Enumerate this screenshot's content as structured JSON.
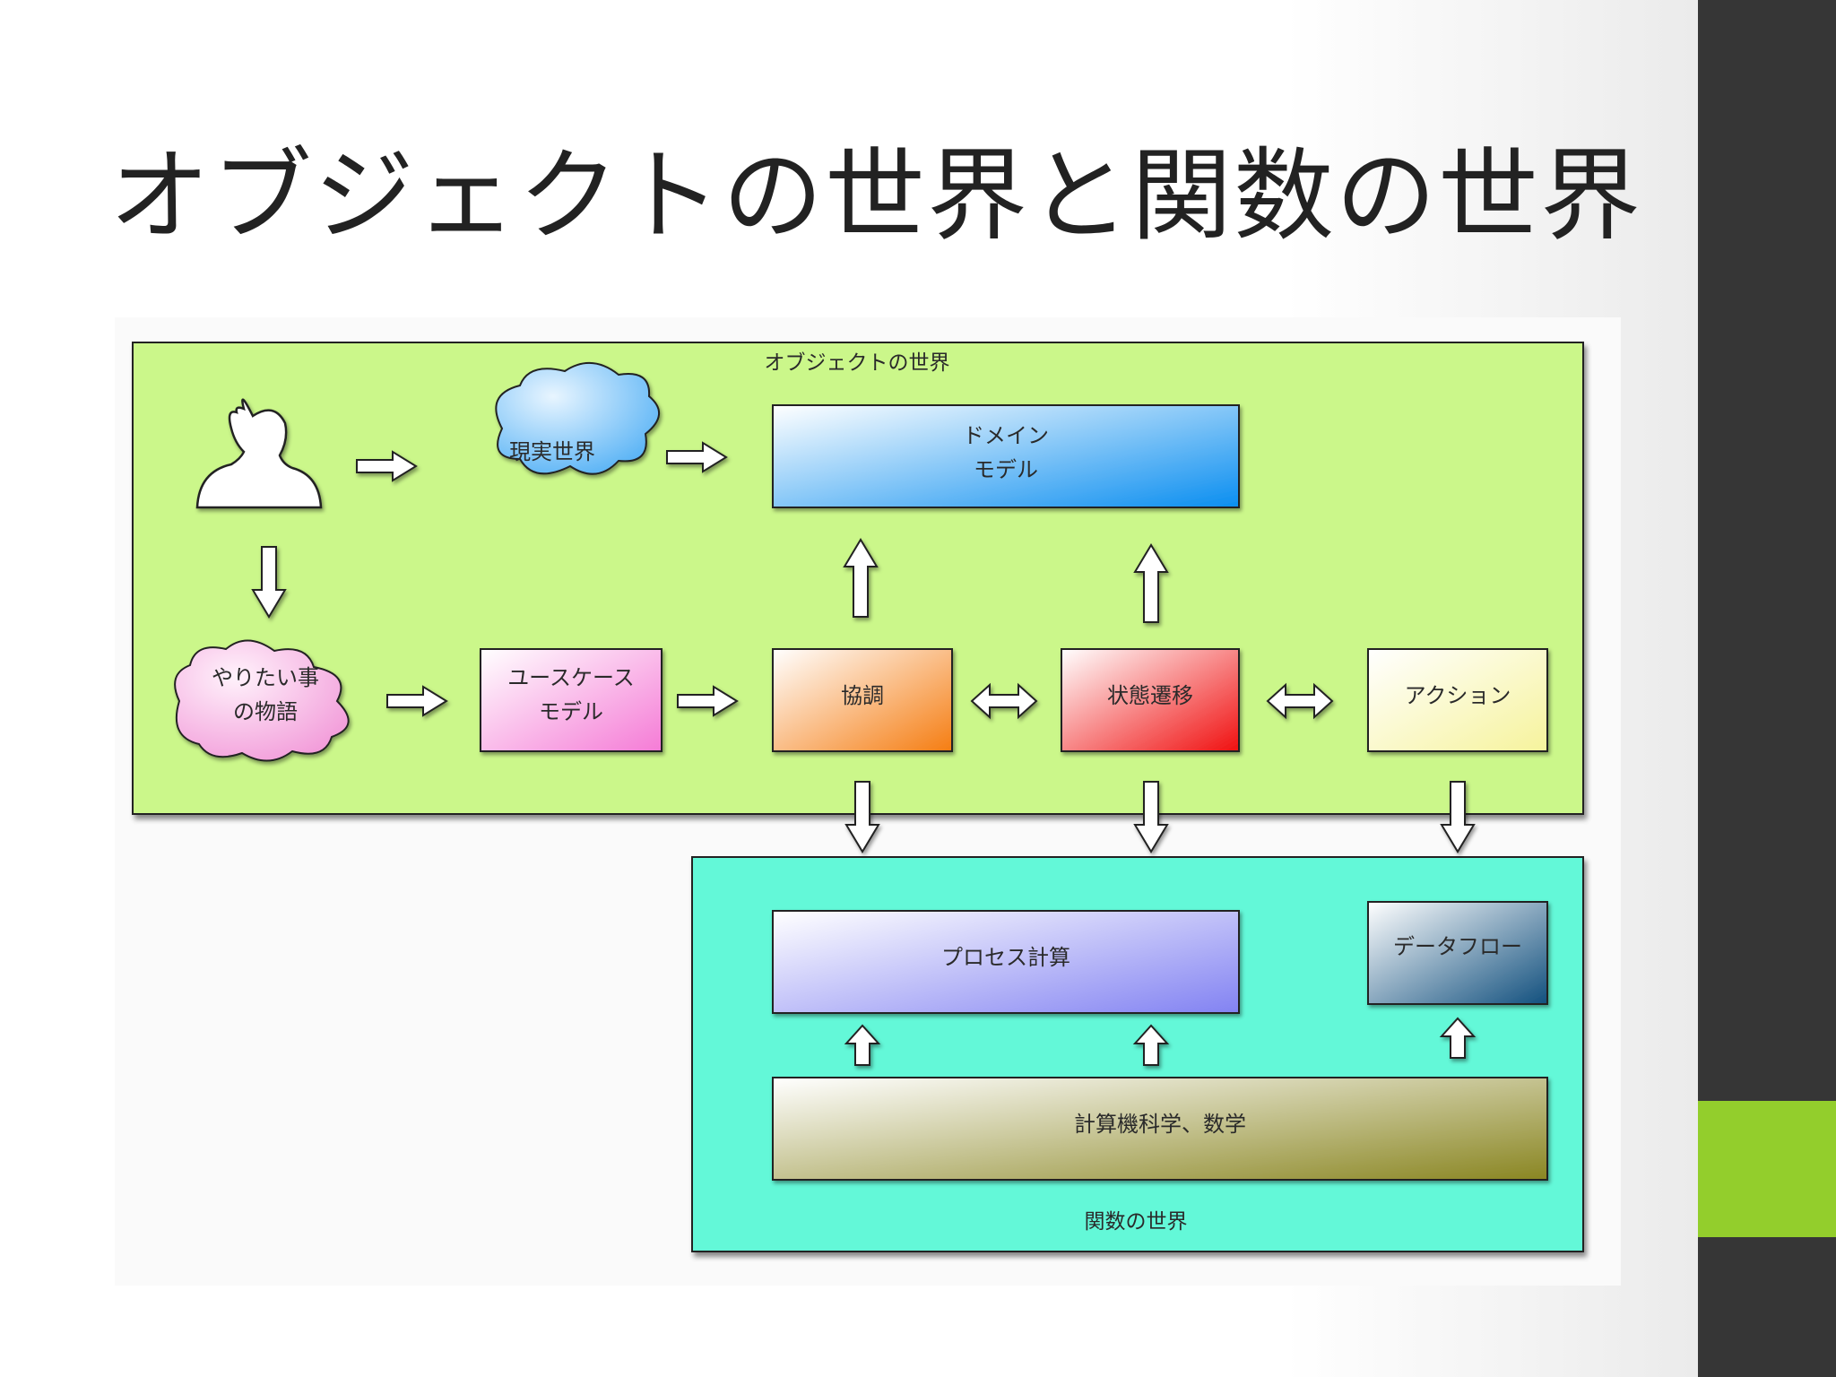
{
  "slide": {
    "title": "オブジェクトの世界と関数の世界"
  },
  "diagram": {
    "object_world": {
      "label": "オブジェクトの世界"
    },
    "function_world": {
      "label": "関数の世界"
    },
    "nodes": {
      "real_world": "現実世界",
      "want_story_line1": "やりたい事",
      "want_story_line2": "の物語",
      "domain_model_line1": "ドメイン",
      "domain_model_line2": "モデル",
      "usecase_model_line1": "ユースケース",
      "usecase_model_line2": "モデル",
      "coordination": "協調",
      "state_transition": "状態遷移",
      "action": "アクション",
      "process_calc": "プロセス計算",
      "dataflow": "データフロー",
      "cs_math": "計算機科学、数学"
    }
  },
  "colors": {
    "object_world_bg": "#cbf78a",
    "function_world_bg": "#63f8d8",
    "sidebar_dark": "#363636",
    "sidebar_accent": "#93ce2c"
  }
}
